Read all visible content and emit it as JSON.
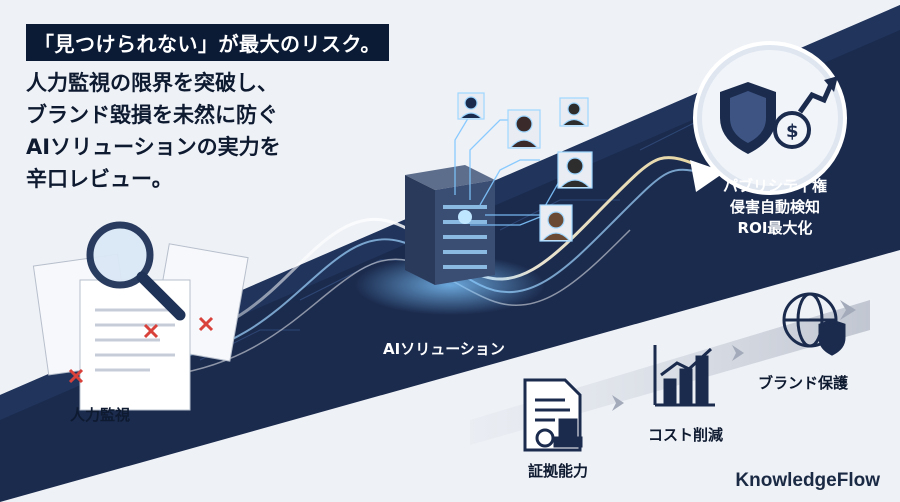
{
  "headline": {
    "boxed": "「見つけられない」が最大のリスク。",
    "lines": [
      "人力監視の限界を突破し、",
      "ブランド毀損を未然に防ぐ",
      "AIソリューションの実力を",
      "辛口レビュー。"
    ]
  },
  "labels": {
    "manual": "人力監視",
    "ai": "AIソリューション",
    "evidence": "証拠能力",
    "cost": "コスト削減",
    "brand_protection": "ブランド保護"
  },
  "roi": {
    "line1": "パブリシティ権",
    "line2": "侵害自動検知",
    "line3": "ROI最大化"
  },
  "logo": "KnowledgeFlow",
  "colors": {
    "navy": "#1b2b4e",
    "accent": "#9fd6ff",
    "alert": "#d9413b"
  },
  "icons": [
    "magnifier-icon",
    "server-icon",
    "face-icon",
    "shield-dollar-icon",
    "certificate-stamp-icon",
    "bar-chart-icon",
    "globe-shield-icon",
    "arrow-icon"
  ]
}
